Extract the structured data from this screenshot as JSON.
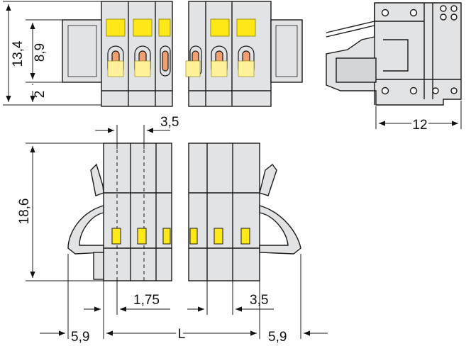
{
  "dimensions": {
    "total_height": "13,4",
    "body_height": "8,9",
    "offset_height": "2",
    "depth": "12",
    "pitch_top": "3,5",
    "height_front": "18,6",
    "half_pitch": "1,75",
    "pitch_bottom": "3,5",
    "side_left": "5,9",
    "length": "L",
    "side_right": "5,9"
  },
  "colors": {
    "housing": "#e2e3e5",
    "housing_dark": "#c9cacc",
    "outline": "#1a1a1a",
    "contact_yellow": "#ffe818",
    "contact_light": "#fff7b0",
    "spring_orange": "#f0a070",
    "background": "#ffffff"
  }
}
